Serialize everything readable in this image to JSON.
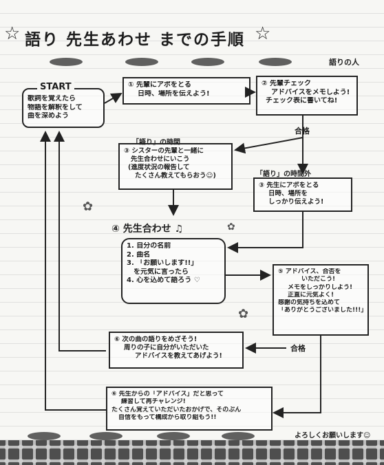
{
  "title": "語り 先生あわせ までの手順",
  "header_right": "語りの人",
  "start_box": {
    "heading": "START",
    "lines": [
      "歌詞を覚えたら",
      "物語を解釈をして",
      "曲を深めよう"
    ]
  },
  "step1": {
    "lines": [
      "① 先輩にアポをとる",
      "日時、場所を伝えよう!"
    ]
  },
  "step2": {
    "lines": [
      "② 先輩チェック",
      "アドバイスをメモしよう!",
      "チェック表に書いてね!"
    ]
  },
  "pass_label_1": "合格",
  "time_label_1": "「語り」の時間",
  "step3": {
    "lines": [
      "③ シスターの先輩と一緒に",
      "先生合わせにいこう",
      "(進度状況の報告して",
      "たくさん教えてもらおう☺)"
    ]
  },
  "time_label_2": "「語り」の時間外",
  "step3b": {
    "lines": [
      "③ 先生にアポをとる",
      "日時、場所を",
      "しっかり伝えよう!"
    ]
  },
  "step4_label": "④ 先生合わせ ♫",
  "step4": {
    "lines": [
      "1. 自分の名前",
      "2. 曲名",
      "3. 「お願いします!!」",
      "を元気に言ったら",
      "4. 心を込めて語ろう ♡"
    ]
  },
  "step5": {
    "lines": [
      "⑤ アドバイス、合否を",
      "いただこう!",
      "メモをしっかりしよう!",
      "正直に元気よく!",
      "感謝の気持ちを込めて",
      "「ありがとうございました!!!」"
    ]
  },
  "pass_label_2": "合格",
  "step6a": {
    "lines": [
      "⑥ 次の曲の語りをめざそう!",
      "周りの子に自分がいただいた",
      "アドバイスを教えてあげよう!"
    ]
  },
  "step6b": {
    "lines": [
      "⑥ 先生からの「アドバイス」だと思って",
      "練習して再チャレンジ!",
      "たくさん覚えていただいたおかげで、そのぶん",
      "自信をもって構成から取り組もう!!"
    ]
  },
  "footer_text": "よろしくお願いします☺",
  "icons": [
    "star-icon",
    "flower-icon",
    "bullet-icon"
  ]
}
